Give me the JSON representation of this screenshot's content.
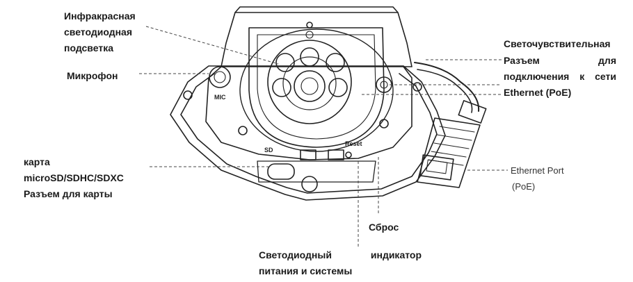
{
  "labels": {
    "ir_led": [
      "Инфракрасная",
      "светодиодная",
      "подсветка"
    ],
    "microphone": "Микрофон",
    "photosensor": "Светочувствительная",
    "network_port": [
      "Разъем для",
      "подключения к сети",
      "Ethernet (PoE)"
    ],
    "sd_card": [
      "карта",
      "microSD/SDHC/SDXC",
      "Разъем для карты"
    ],
    "ethernet_port": [
      "Ethernet Port",
      "(PoE)"
    ],
    "reset": "Сброс",
    "led_indicator": [
      "Светодиодный индикатор",
      "питания и системы"
    ]
  },
  "device_markings": {
    "mic": "MIC",
    "sd": "SD",
    "reset": "Reset"
  },
  "colors": {
    "outline": "#222222",
    "leader_line": "#444444",
    "text": "#1a1a1a"
  }
}
